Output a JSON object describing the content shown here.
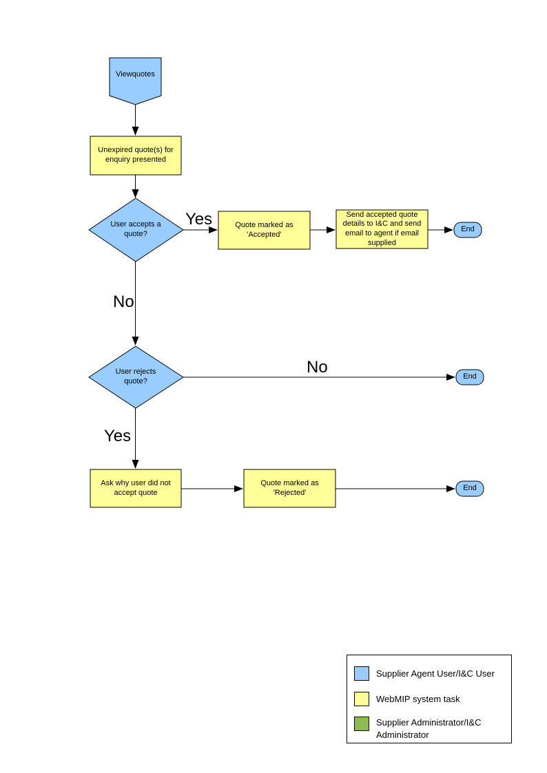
{
  "colors": {
    "actor_user": "#99CCFF",
    "system_task": "#FFFF99",
    "admin_green": "#8CBC52",
    "line": "#000000"
  },
  "nodes": {
    "start": "Viewquotes",
    "present": "Unexpired quote(s) for enquiry presented",
    "accepts": "User accepts a quote?",
    "accepted": "Quote  marked as 'Accepted'",
    "send_details": "Send accepted quote details to I&C and send email to agent if email supplied",
    "end1": "End",
    "rejects": "User rejects quote?",
    "end2": "End",
    "ask_why": "Ask why user did not accept quote",
    "rejected": "Quote  marked as 'Rejected'",
    "end3": "End"
  },
  "edges": {
    "yes_accept": "Yes",
    "no_accept": "No",
    "no_reject": "No",
    "yes_reject": "Yes"
  },
  "legend": {
    "items": [
      {
        "label": "Supplier Agent User/I&C User",
        "color": "#99CCFF"
      },
      {
        "label": "WebMIP system task",
        "color": "#FFFF99"
      },
      {
        "label": "Supplier Administrator/I&C Administrator",
        "color": "#8CBC52"
      }
    ]
  }
}
